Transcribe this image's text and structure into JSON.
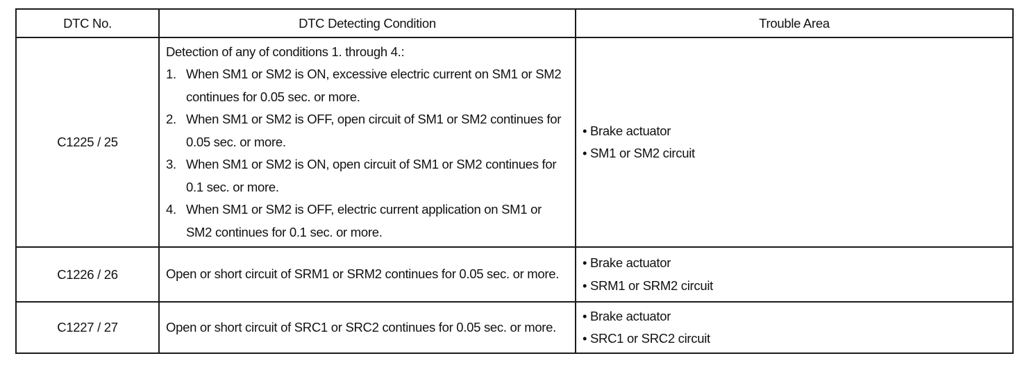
{
  "table": {
    "headers": [
      "DTC No.",
      "DTC Detecting Condition",
      "Trouble Area"
    ],
    "rows": [
      {
        "code": "C1225 / 25",
        "intro": "Detection of any of conditions 1. through 4.:",
        "conditions": [
          {
            "num": "1.",
            "text": "When SM1 or SM2 is ON, excessive electric current on SM1 or SM2 continues for 0.05 sec. or more."
          },
          {
            "num": "2.",
            "text": "When SM1 or SM2 is OFF, open circuit of SM1 or SM2 continues for 0.05 sec. or more."
          },
          {
            "num": "3.",
            "text": "When SM1 or SM2 is ON, open circuit of SM1 or SM2 continues for 0.1 sec. or more."
          },
          {
            "num": "4.",
            "text": "When SM1 or SM2 is OFF, electric current application on SM1 or SM2 continues for 0.1 sec. or more."
          }
        ],
        "areas": [
          "Brake actuator",
          "SM1 or SM2 circuit"
        ]
      },
      {
        "code": "C1226 / 26",
        "condition": "Open or short circuit of  SRM1 or SRM2 continues for 0.05 sec. or more.",
        "areas": [
          "Brake actuator",
          "SRM1 or SRM2 circuit"
        ]
      },
      {
        "code": "C1227 / 27",
        "condition": "Open or short circuit of SRC1 or SRC2 continues for 0.05 sec. or more.",
        "areas": [
          "Brake actuator",
          "SRC1 or SRC2 circuit"
        ]
      }
    ]
  },
  "bullet_glyph": "•"
}
